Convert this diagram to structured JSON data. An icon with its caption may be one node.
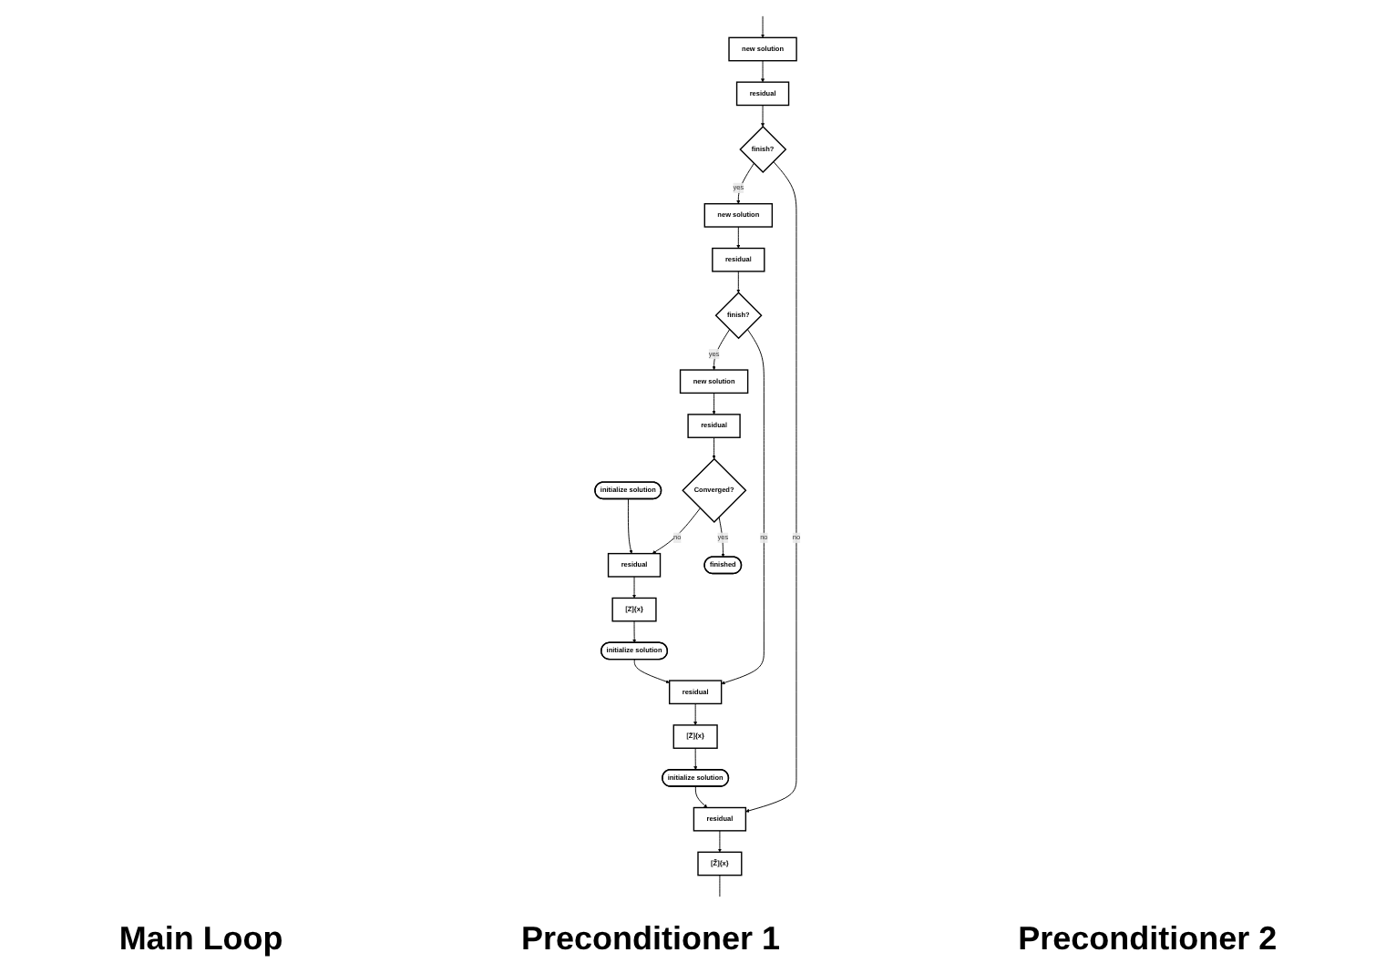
{
  "diagram": {
    "nodes": [
      {
        "text": [
          "initialize solution"
        ]
      },
      {
        "text": [
          "residual"
        ]
      },
      {
        "text": [
          "[Z]{x}"
        ]
      },
      {
        "text": [
          "new solution"
        ]
      },
      {
        "text": [
          "residual"
        ]
      },
      {
        "text": [
          "Converged?"
        ]
      },
      {
        "text": [
          "finished"
        ]
      },
      {
        "text": [
          "initialize solution"
        ]
      },
      {
        "text": [
          "residual"
        ]
      },
      {
        "text": [
          "[Z̃]{x}"
        ]
      },
      {
        "text": [
          "new solution"
        ]
      },
      {
        "text": [
          "residual"
        ]
      },
      {
        "text": [
          "finish?"
        ]
      },
      {
        "text": [
          "initialize solution"
        ]
      },
      {
        "text": [
          "residual"
        ]
      },
      {
        "text": [
          "[Z̃̃]{x}"
        ]
      },
      {
        "text": [
          "new solution"
        ]
      },
      {
        "text": [
          "residual"
        ]
      },
      {
        "text": [
          "finish?"
        ]
      }
    ],
    "edges": [
      {
        "from": 0,
        "to": 1,
        "arrow": "to"
      },
      {
        "from": 1,
        "to": 2,
        "arrow": "to"
      },
      {
        "from": 3,
        "to": 4,
        "arrow": "to"
      },
      {
        "from": 4,
        "to": 5,
        "arrow": "to"
      },
      {
        "from": 5,
        "to": 1,
        "arrow": "to",
        "label": "no"
      },
      {
        "from": 5,
        "to": 6,
        "arrow": "to",
        "label": "yes"
      },
      {
        "from": 2,
        "to": 7,
        "arrow": "to"
      },
      {
        "from": 7,
        "to": 8,
        "arrow": "to"
      },
      {
        "from": 8,
        "to": 9,
        "arrow": "to"
      },
      {
        "from": 10,
        "to": 11,
        "arrow": "to"
      },
      {
        "from": 11,
        "to": 12,
        "arrow": "to"
      },
      {
        "from": 12,
        "to": 8,
        "arrow": "to",
        "label": "no"
      },
      {
        "from": 12,
        "to": 3,
        "arrow": "to",
        "label": "yes"
      },
      {
        "from": 9,
        "to": 13,
        "arrow": "to"
      },
      {
        "from": 13,
        "to": 14,
        "arrow": "to"
      },
      {
        "from": 14,
        "to": 15,
        "arrow": "to"
      },
      {
        "from": 16,
        "to": 17,
        "arrow": "to"
      },
      {
        "from": 17,
        "to": 18,
        "arrow": "to"
      },
      {
        "from": 18,
        "to": 14,
        "arrow": "to",
        "label": "no"
      },
      {
        "from": 18,
        "to": 10,
        "arrow": "to",
        "label": "yes"
      },
      {
        "from": 15,
        "to": null,
        "arrow": "none"
      },
      {
        "from": null,
        "to": 16,
        "arrow": "to"
      }
    ],
    "labels": [
      "Main Loop",
      "Preconditioner 1",
      "Preconditioner 2"
    ]
  }
}
